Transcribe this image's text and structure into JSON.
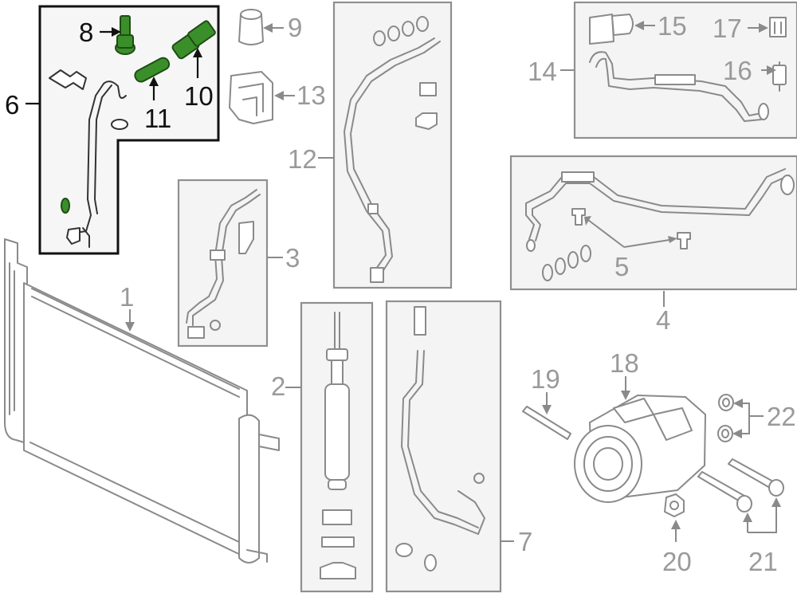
{
  "callouts": {
    "c1": "1",
    "c2": "2",
    "c3": "3",
    "c4": "4",
    "c5": "5",
    "c6": "6",
    "c7": "7",
    "c8": "8",
    "c9": "9",
    "c10": "10",
    "c11": "11",
    "c12": "12",
    "c13": "13",
    "c14": "14",
    "c15": "15",
    "c16": "16",
    "c17": "17",
    "c18": "18",
    "c19": "19",
    "c20": "20",
    "c21": "21",
    "c22": "22"
  },
  "highlighted_callouts": [
    "6",
    "8",
    "10",
    "11"
  ],
  "colors": {
    "highlight_part": "#3b8f2a",
    "line_gray": "#8a8a8a",
    "line_dark": "#111111",
    "panel_fill": "#f4f4f4"
  }
}
